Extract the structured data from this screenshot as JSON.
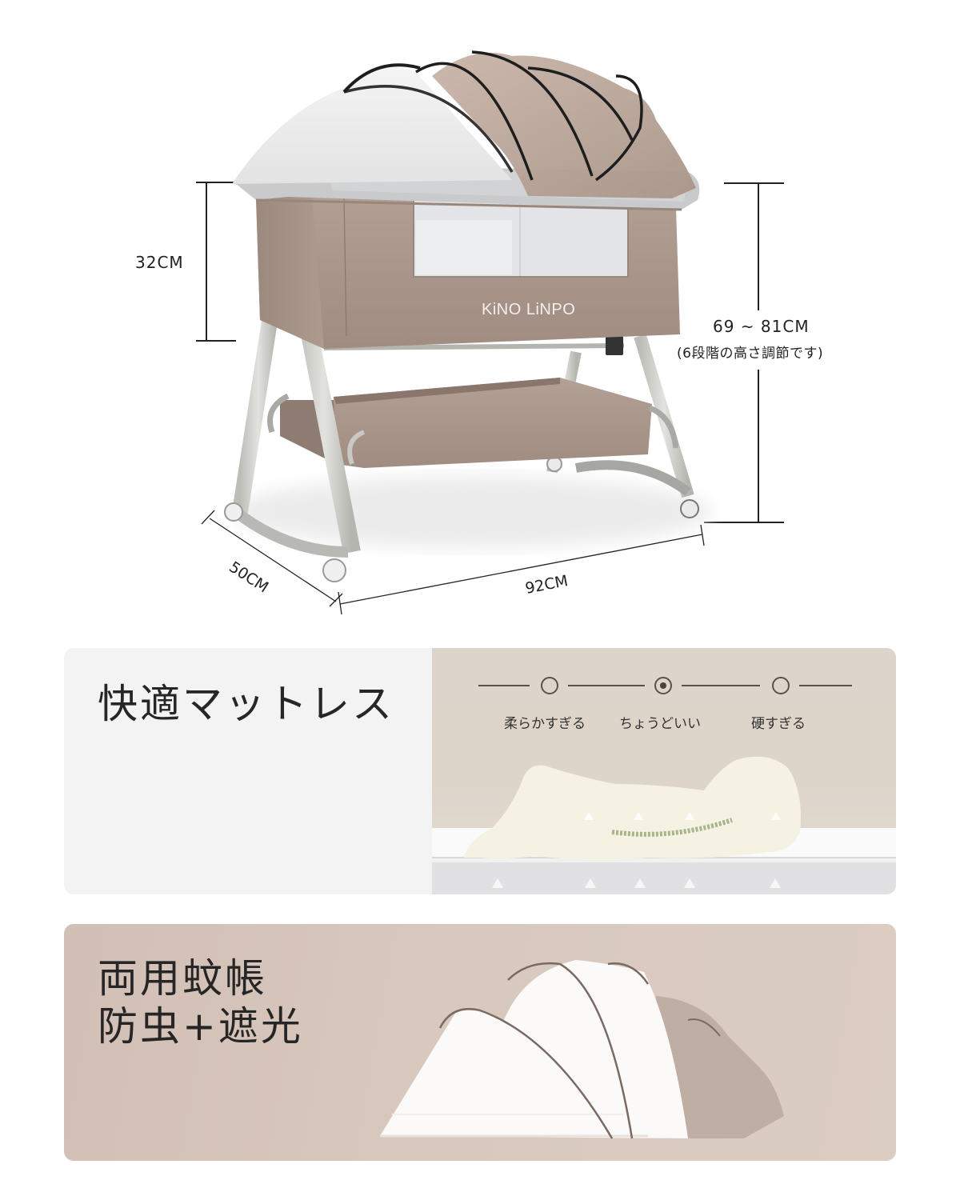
{
  "product": {
    "brand": "KiNO LiNPO",
    "colors": {
      "fabric": "#a89489",
      "frame": "#c9c9c4",
      "mesh": "#e6e8eb",
      "canopy_arc": "#1e1e1e"
    },
    "dimensions": {
      "depth_top": "32CM",
      "height": "69 ~ 81CM",
      "height_note": "(6段階の高さ調節です)",
      "width": "50CM",
      "length": "92CM"
    }
  },
  "mattress": {
    "title": "快適マットレス",
    "firmness_scale": [
      {
        "label": "柔らかすぎる",
        "selected": false
      },
      {
        "label": "ちょうどいい",
        "selected": true
      },
      {
        "label": "硬すぎる",
        "selected": false
      }
    ],
    "colors": {
      "card_bg": "#f3f3f3",
      "illus_bg": "#ddd5cb",
      "scale": "#5a524c"
    }
  },
  "net": {
    "title_line1": "両用蚊帳",
    "title_line2": "防虫+遮光",
    "colors": {
      "card_bg": "#d6c5bb",
      "canopy": "#fbfaf8",
      "canopy_shade": "#b9a69b"
    }
  }
}
